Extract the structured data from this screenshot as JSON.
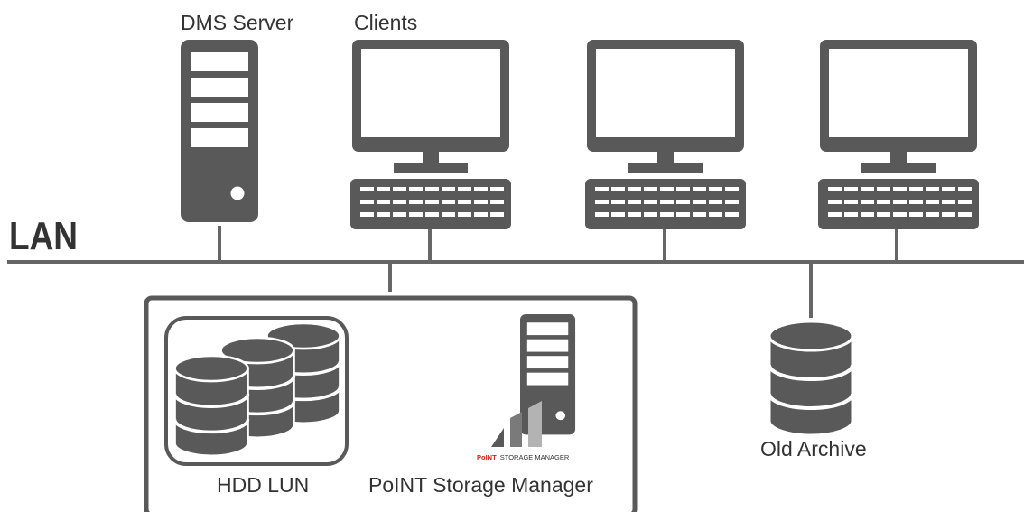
{
  "labels": {
    "dms_server": "DMS Server",
    "clients": "Clients",
    "lan": "LAN",
    "hdd_lun": "HDD LUN",
    "storage_manager": "PoINT Storage Manager",
    "old_archive": "Old Archive"
  },
  "logo": {
    "text_po": "PoINT",
    "text_rest": "STORAGE MANAGER",
    "accent_color": "#d0201a"
  },
  "colors": {
    "icon": "#595959",
    "line": "#666666",
    "text": "#333333"
  },
  "icons": {
    "server": "server-tower-icon",
    "client": "desktop-computer-icon",
    "database": "database-stack-icon"
  }
}
